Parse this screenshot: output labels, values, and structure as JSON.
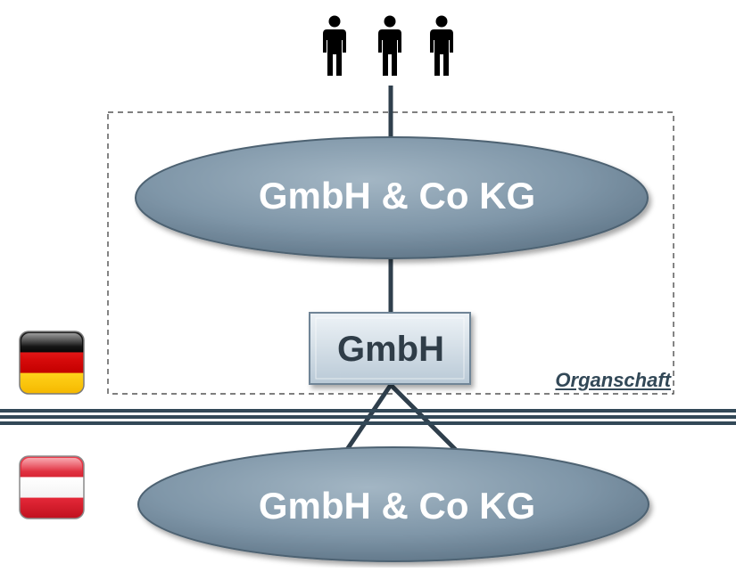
{
  "diagram": {
    "shareholders": {
      "icon": "person-icon",
      "count": 3,
      "color": "#000000"
    },
    "nodes": {
      "top_entity": {
        "label": "GmbH & Co KG"
      },
      "middle_entity": {
        "label": "GmbH"
      },
      "bottom_entity": {
        "label": "GmbH & Co KG"
      }
    },
    "group_box_label": "Organschaft",
    "flags": [
      {
        "country": "germany",
        "icon": "germany-flag-icon",
        "colors": [
          "#000000",
          "#dd0000",
          "#ffce00"
        ]
      },
      {
        "country": "austria",
        "icon": "austria-flag-icon",
        "colors": [
          "#ed2939",
          "#ffffff",
          "#ed2939"
        ]
      }
    ],
    "colors": {
      "ellipse_fill": "#7f96a8",
      "ellipse_border": "#4e6272",
      "box_fill": "#d8e2ea",
      "connector": "#2f3f4c",
      "text_dark": "#2f3d48"
    }
  }
}
